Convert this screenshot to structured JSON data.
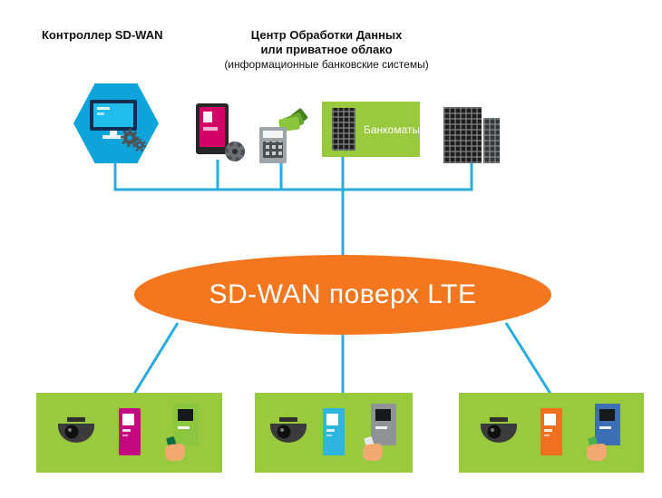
{
  "diagram": {
    "controller_label": "Контроллер SD-WAN",
    "datacenter_title_line1": "Центр Обработки Данных",
    "datacenter_title_line2": "или приватное облако",
    "datacenter_subtitle": "(информационные банковские системы)",
    "atm_box_label": "Банкоматы",
    "wan_ellipse_label": "SD-WAN поверх LTE"
  },
  "colors": {
    "connector": "#29ABE2",
    "hexagon": "#0FA3DC",
    "monitor_screen": "#1FBCEC",
    "ellipse": "#F4771F",
    "branch_box": "#99C93C",
    "camera": "#3B3B3B",
    "terminal_screen": "#D4006A",
    "cards_green": "#8CC63F"
  },
  "branches": [
    {
      "name": "branch-1",
      "kiosk_color": "#C4087F",
      "atm_color": "#8CC63F",
      "card_color": "#0E6B45"
    },
    {
      "name": "branch-2",
      "kiosk_color": "#2EB5E0",
      "atm_color": "#8E9396",
      "card_color": "#E9E9E9"
    },
    {
      "name": "branch-3",
      "kiosk_color": "#F06F21",
      "atm_color": "#3C6EB4",
      "card_color": "#4CAF50"
    }
  ]
}
